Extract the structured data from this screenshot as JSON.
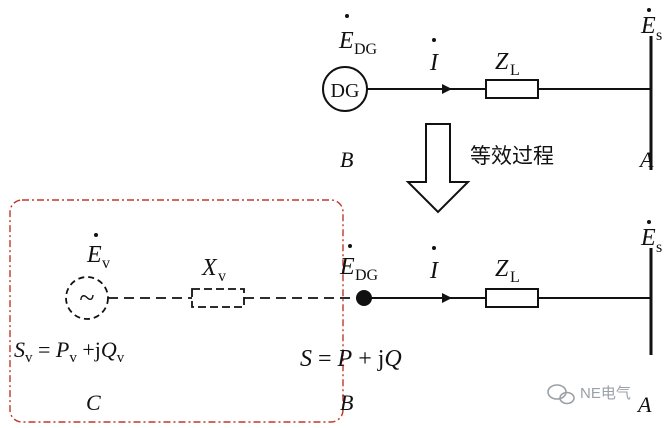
{
  "top": {
    "e_dg": {
      "main": "E",
      "sub": "DG"
    },
    "dg_label": "DG",
    "current": "I",
    "zl": {
      "main": "Z",
      "sub": "L"
    },
    "e_s": {
      "main": "E",
      "sub": "s"
    },
    "node_b": "B",
    "node_a": "A"
  },
  "transition": {
    "label": "等效过程"
  },
  "bottom": {
    "e_v": {
      "main": "E",
      "sub": "v"
    },
    "x_v": {
      "main": "X",
      "sub": "v"
    },
    "s_v": {
      "s": "S",
      "s_sub": "v",
      "eq": " = ",
      "p": "P",
      "p_sub": "v",
      "plus": " +j",
      "q": "Q",
      "q_sub": "v"
    },
    "e_dg": {
      "main": "E",
      "sub": "DG"
    },
    "current": "I",
    "zl": {
      "main": "Z",
      "sub": "L"
    },
    "e_s": {
      "main": "E",
      "sub": "s"
    },
    "s_eq": {
      "s": "S",
      "eq": " = ",
      "p": "P",
      "plus": " + j",
      "q": "Q"
    },
    "node_c": "C",
    "node_b": "B",
    "node_a": "A",
    "tilde": "~"
  },
  "watermark": {
    "text": "NE电气"
  },
  "colors": {
    "line": "#111111",
    "dash_box": "#c0392b",
    "watermark": "#9aa0a6"
  }
}
